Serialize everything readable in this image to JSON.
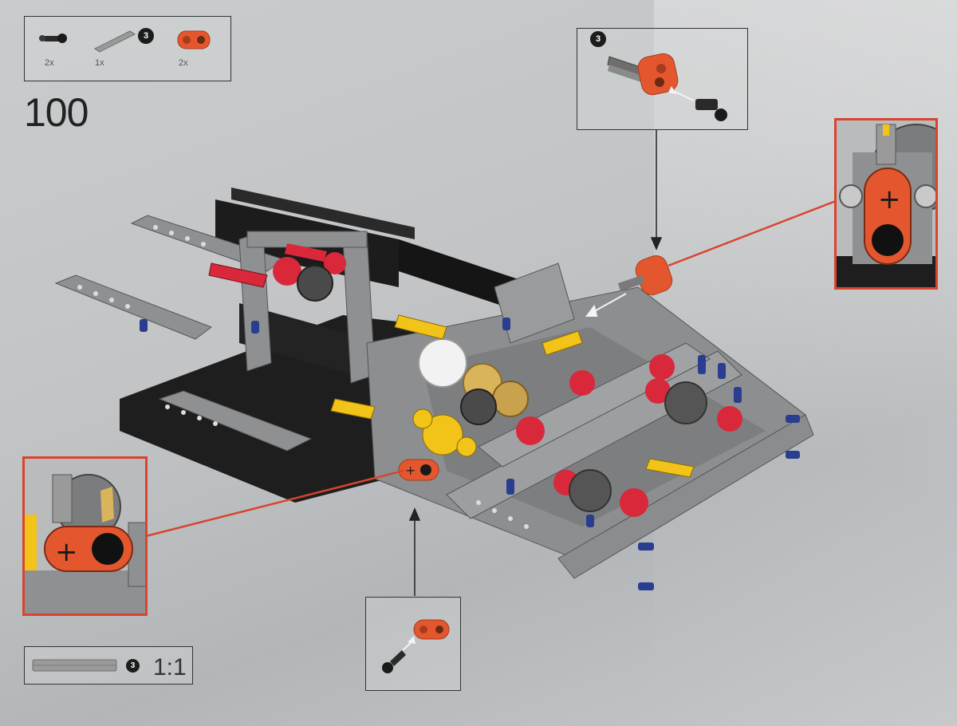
{
  "step": {
    "number": "100"
  },
  "parts_list": {
    "items": [
      {
        "name": "axle-pin",
        "qty": "2x",
        "color": "#222222"
      },
      {
        "name": "axle-3",
        "qty": "1x",
        "length_badge": "3",
        "color": "#9a9a9a"
      },
      {
        "name": "axle-pin-connector",
        "qty": "2x",
        "color": "#e4572e"
      }
    ]
  },
  "sub_assembly": {
    "axle_length_badge": "3"
  },
  "scale_indicator": {
    "length_badge": "3",
    "label": "1:1"
  },
  "colors": {
    "callout_border": "#d8452f",
    "orange_part": "#e4572e",
    "black_beam": "#1e1e1e",
    "gray_beam": "#8e9092",
    "yellow_part": "#f2c318",
    "red_gear": "#d9283a",
    "blue_pin": "#2a3d8f"
  }
}
